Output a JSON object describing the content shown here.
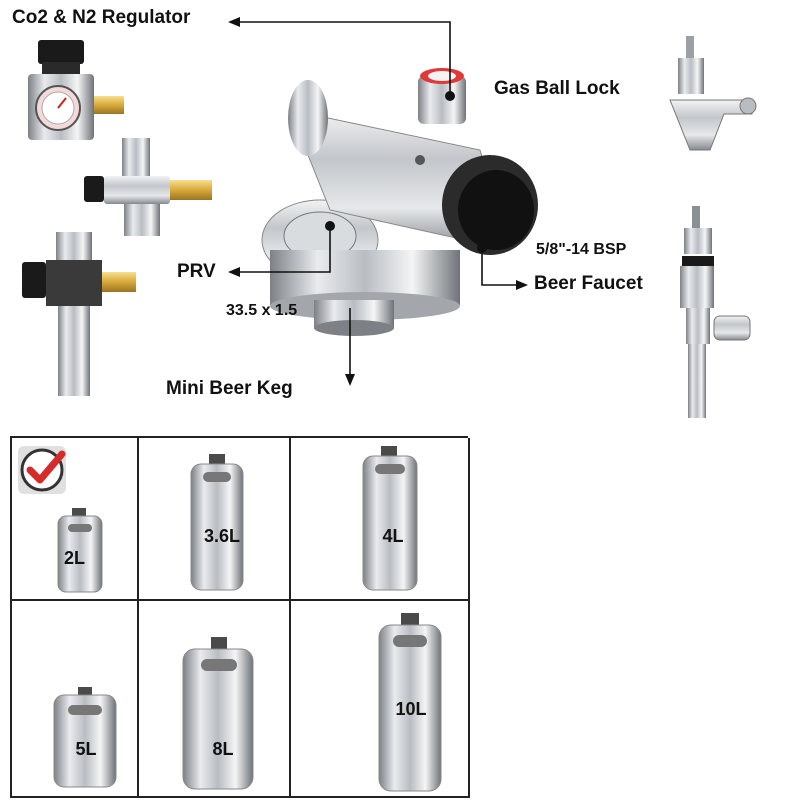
{
  "labels": {
    "regulator": "Co2 & N2 Regulator",
    "gas_ball_lock": "Gas Ball Lock",
    "thread": "5/8\"-14 BSP",
    "beer_faucet": "Beer Faucet",
    "prv": "PRV",
    "dimension": "33.5 x 1.5",
    "mini_keg": "Mini Beer Keg"
  },
  "keg_sizes": [
    "2L",
    "3.6L",
    "4L",
    "5L",
    "8L",
    "10L"
  ],
  "selected_size": "2L",
  "colors": {
    "arrow": "#111111",
    "checkmark": "#d62b2b",
    "steel": "#c9ccd0",
    "grid_line": "#222222"
  }
}
